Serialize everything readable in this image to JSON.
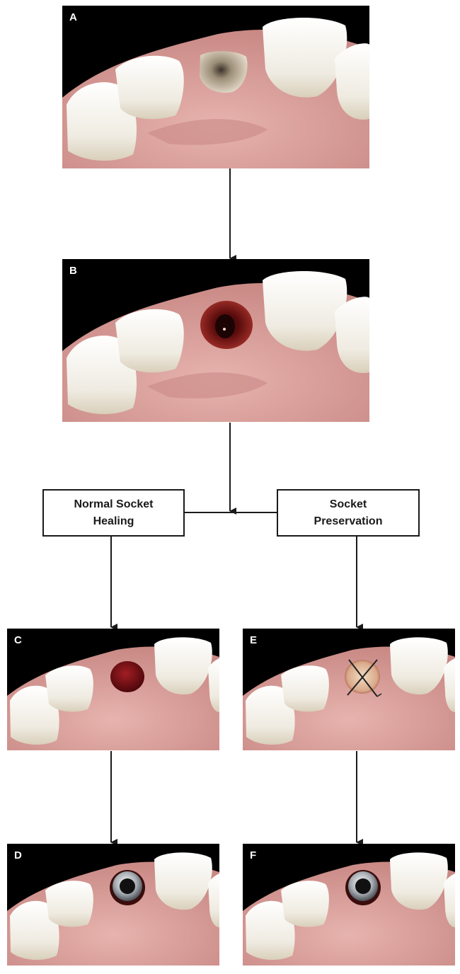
{
  "panels": [
    {
      "id": "A",
      "label": "A",
      "state": "tooth-intact"
    },
    {
      "id": "B",
      "label": "B",
      "state": "extraction-socket"
    },
    {
      "id": "C",
      "label": "C",
      "state": "blood-clot"
    },
    {
      "id": "D",
      "label": "D",
      "state": "implant"
    },
    {
      "id": "E",
      "label": "E",
      "state": "graft-sutured"
    },
    {
      "id": "F",
      "label": "F",
      "state": "implant"
    }
  ],
  "nodes": {
    "normal": {
      "line1": "Normal Socket",
      "line2": "Healing"
    },
    "preservation": {
      "line1": "Socket",
      "line2": "Preservation"
    }
  },
  "edges": [
    {
      "from": "A",
      "to": "B"
    },
    {
      "from": "B",
      "to": "normal"
    },
    {
      "from": "B",
      "to": "preservation"
    },
    {
      "from": "normal",
      "to": "C"
    },
    {
      "from": "C",
      "to": "D"
    },
    {
      "from": "preservation",
      "to": "E"
    },
    {
      "from": "E",
      "to": "F"
    }
  ],
  "colors": {
    "background": "#000000",
    "gum": "#e2a9a5",
    "gum_dark": "#c98985",
    "tooth": "#f4f1ea",
    "tooth_shade": "#d8d2c4",
    "socket": "#8b1c1c",
    "clot": "#6e0f14",
    "graft": "#e9c9a8",
    "implant_metal": "#9aa0a6",
    "line": "#1a1a1a"
  }
}
